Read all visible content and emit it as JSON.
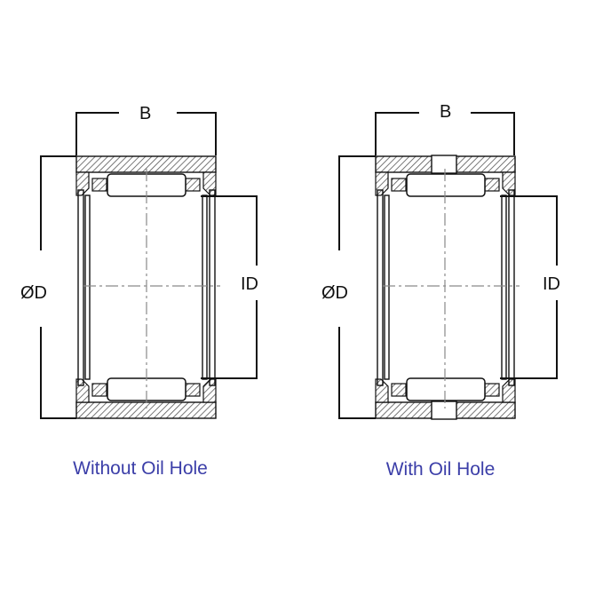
{
  "diagrams": [
    {
      "caption": "Without Oil Hole",
      "labels": {
        "width": "B",
        "outer_diameter": "ØD",
        "inner_diameter": "ID"
      },
      "oil_hole": false
    },
    {
      "caption": "With Oil Hole",
      "labels": {
        "width": "B",
        "outer_diameter": "ØD",
        "inner_diameter": "ID"
      },
      "oil_hole": true
    }
  ],
  "colors": {
    "line": "#111111",
    "hatch": "#555555",
    "caption": "#3b3ea8",
    "centerline": "#8a8a8a"
  }
}
